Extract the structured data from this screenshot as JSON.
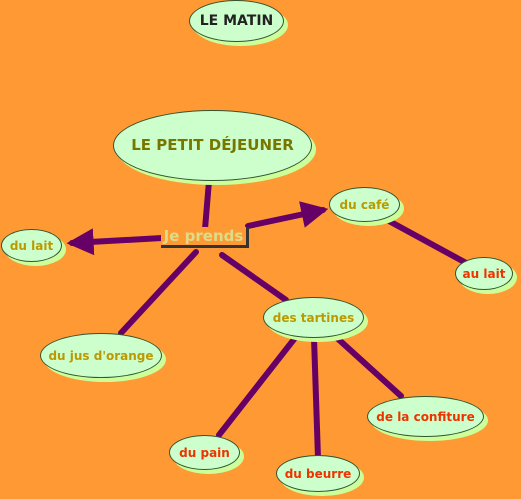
{
  "diagram": {
    "colors": {
      "background": "#ff9933",
      "node_fill": "#ccffcc",
      "node_shadow": "#ccff99",
      "connector": "#660066",
      "gold_text": "#bb9900",
      "red_text": "#ee3300"
    },
    "nodes": {
      "matin": "LE MATIN",
      "petit_dejeuner": "LE PETIT DÉJEUNER",
      "je_prends": "Je prends",
      "du_lait": "du lait",
      "du_cafe": "du café",
      "au_lait": "au lait",
      "du_jus": "du jus d'orange",
      "des_tartines": "des tartines",
      "du_pain": "du pain",
      "du_beurre": "du beurre",
      "confiture": "de la confiture"
    }
  }
}
